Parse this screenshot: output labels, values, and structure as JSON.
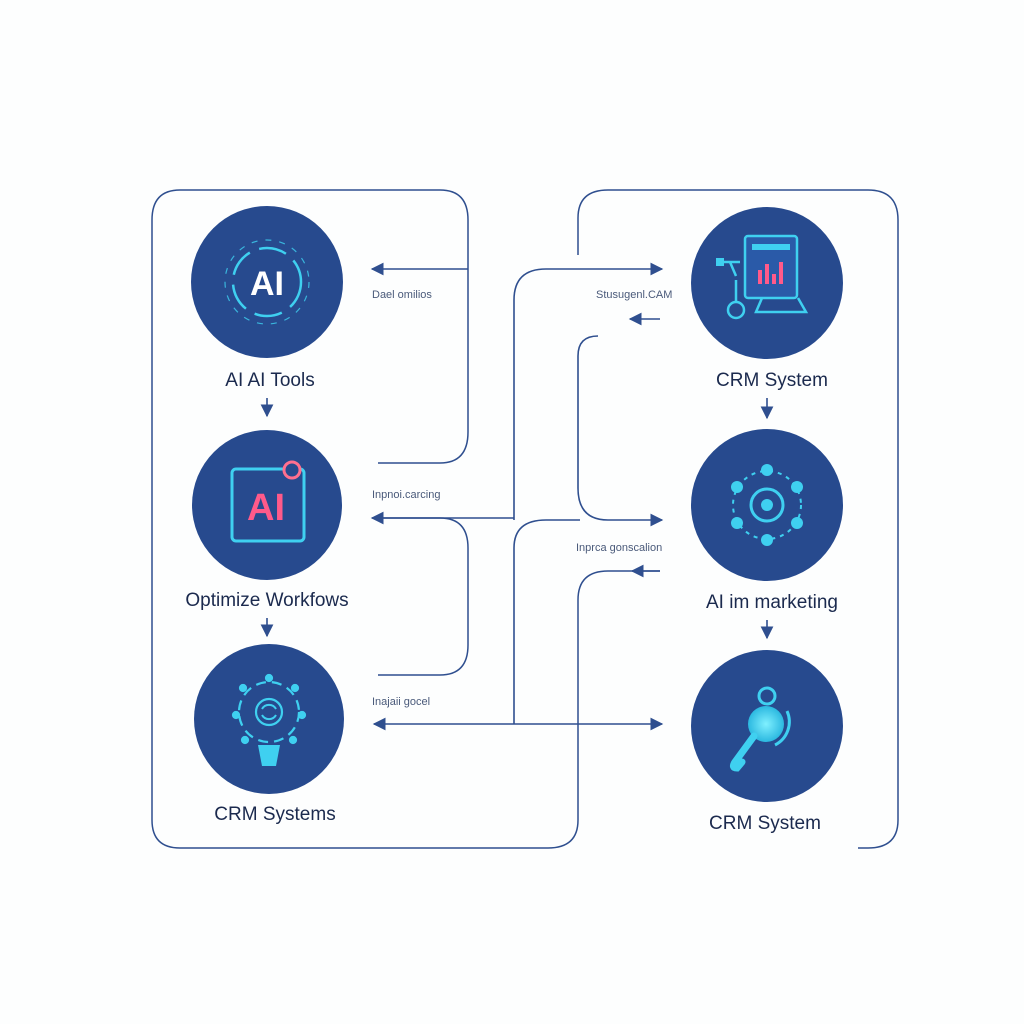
{
  "nodes": {
    "left_1": {
      "label": "AI AI Tools",
      "icon": "ai-badge-icon"
    },
    "left_2": {
      "label": "Optimize Workfows",
      "icon": "ai-chip-icon"
    },
    "left_3": {
      "label": "CRM Systems",
      "icon": "lightbulb-network-icon"
    },
    "right_1": {
      "label": "CRM System",
      "icon": "dashboard-monitor-icon"
    },
    "right_2": {
      "label": "AI im marketing",
      "icon": "network-hub-icon"
    },
    "right_3": {
      "label": "CRM System",
      "icon": "search-key-icon"
    }
  },
  "edge_labels": {
    "top_left": "Dael omilios",
    "top_right": "Stusugenl.CAM",
    "mid_left": "Inpnoi.carcing",
    "mid_right": "Inprca gonscalion",
    "bottom_left": "Inajaii gocel"
  },
  "icon_text": {
    "ai_badge": "AI",
    "ai_chip": "AI"
  },
  "colors": {
    "circle": "#274a8e",
    "line": "#2f4f8f",
    "accent_cyan": "#3fd0f0",
    "accent_pink": "#ff5a8a",
    "text": "#1b2a4e"
  }
}
